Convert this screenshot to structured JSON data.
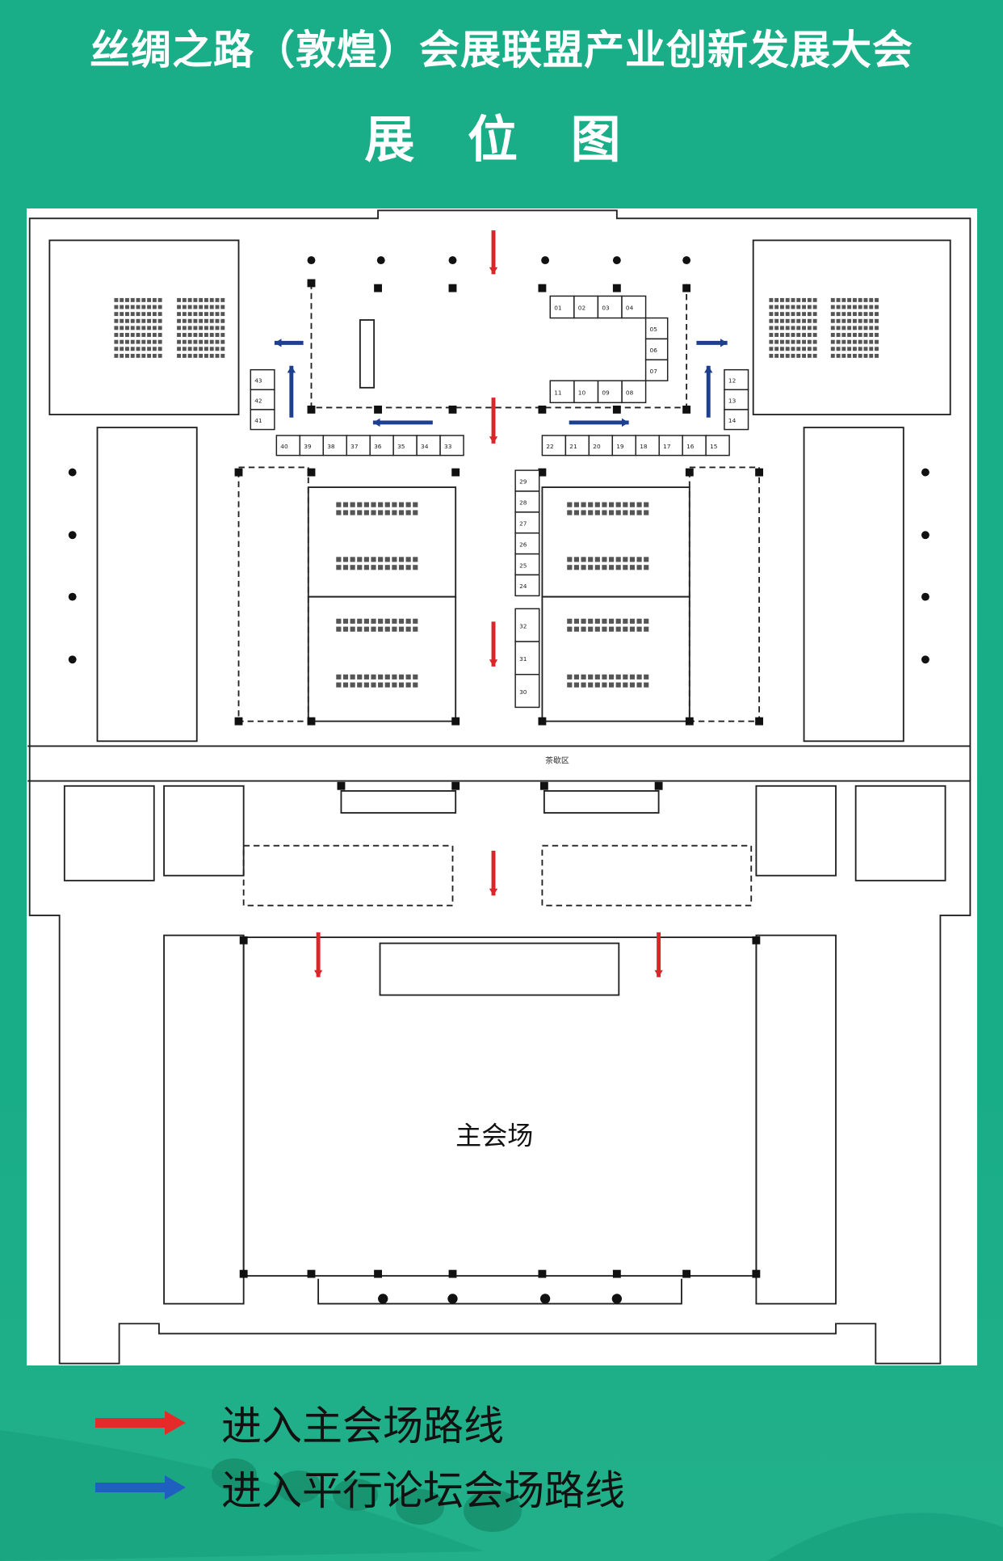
{
  "header": {
    "title": "丝绸之路（敦煌）会展联盟产业创新发展大会",
    "subtitle": "展 位 图"
  },
  "floor_plan": {
    "main_hall_label": "主会场",
    "tea_break_label": "茶歇区",
    "booths": {
      "cluster": [
        "01",
        "02",
        "03",
        "04",
        "05",
        "06",
        "07",
        "08",
        "09",
        "10",
        "11"
      ],
      "left_column": [
        "43",
        "42",
        "41"
      ],
      "right_column": [
        "12",
        "13",
        "14"
      ],
      "left_row": [
        "40",
        "39",
        "38",
        "37",
        "36",
        "35",
        "34",
        "33"
      ],
      "right_row": [
        "22",
        "21",
        "20",
        "19",
        "18",
        "17",
        "16",
        "15"
      ],
      "center_column_top": [
        "29",
        "28",
        "27",
        "26",
        "25",
        "24"
      ],
      "center_column_bottom": [
        "32",
        "31",
        "30"
      ]
    }
  },
  "legend": {
    "items": [
      {
        "label": "进入主会场路线",
        "color": "#e52a2a"
      },
      {
        "label": "进入平行论坛会场路线",
        "color": "#1f5fbf"
      }
    ]
  },
  "colors": {
    "background": "#1aae88",
    "route_main": "#d9262b",
    "route_forum": "#1c3f8f"
  }
}
